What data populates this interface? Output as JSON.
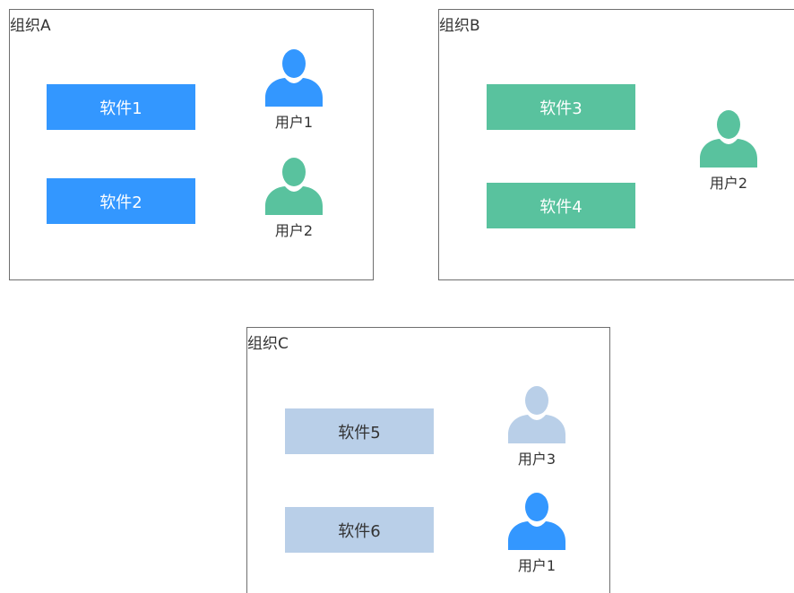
{
  "colors": {
    "blue": "#3397ff",
    "green": "#59c29e",
    "pale": "#b9cfe8",
    "border": "#6f6f6f"
  },
  "organizations": [
    {
      "label": "组织A",
      "software": [
        {
          "label": "软件1",
          "color": "blue"
        },
        {
          "label": "软件2",
          "color": "blue"
        }
      ],
      "users": [
        {
          "label": "用户1",
          "icon": "user-icon",
          "color": "blue"
        },
        {
          "label": "用户2",
          "icon": "user-icon",
          "color": "green"
        }
      ]
    },
    {
      "label": "组织B",
      "software": [
        {
          "label": "软件3",
          "color": "green"
        },
        {
          "label": "软件4",
          "color": "green"
        }
      ],
      "users": [
        {
          "label": "用户2",
          "icon": "user-icon",
          "color": "green"
        }
      ]
    },
    {
      "label": "组织C",
      "software": [
        {
          "label": "软件5",
          "color": "pale"
        },
        {
          "label": "软件6",
          "color": "pale"
        }
      ],
      "users": [
        {
          "label": "用户3",
          "icon": "user-icon",
          "color": "pale"
        },
        {
          "label": "用户1",
          "icon": "user-icon",
          "color": "blue"
        }
      ]
    }
  ]
}
